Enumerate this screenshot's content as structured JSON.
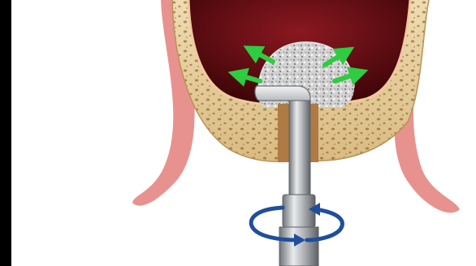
{
  "figure": {
    "background_color": "#ffffff",
    "frame_color": "#000000",
    "parts": [
      {
        "name": "gum-tissue",
        "color": "#e8928f"
      },
      {
        "name": "bone",
        "color": "#e6cfa0"
      },
      {
        "name": "sinus-cavity",
        "color": "#5a0a0f"
      },
      {
        "name": "graft-material",
        "color": "#cfcfcf"
      },
      {
        "name": "osteotome-instrument",
        "color": "#a9acb0"
      },
      {
        "name": "expansion-arrows",
        "color": "#2ecc40"
      },
      {
        "name": "rotation-arrow",
        "color": "#1f4f9a"
      }
    ]
  }
}
